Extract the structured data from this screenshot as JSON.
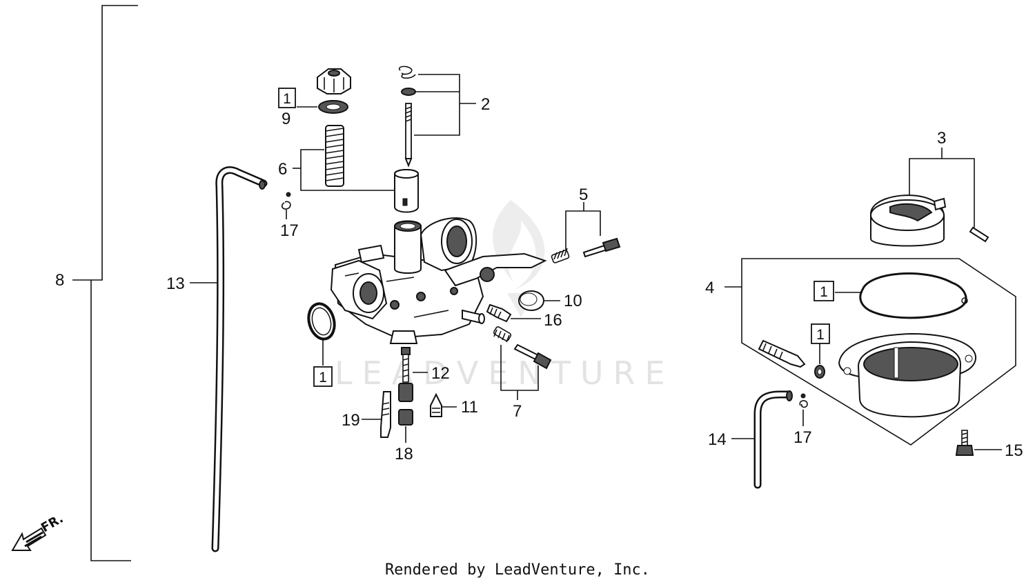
{
  "diagram": {
    "callouts": [
      {
        "id": "c1",
        "text": "1"
      },
      {
        "id": "c2",
        "text": "2"
      },
      {
        "id": "c3",
        "text": "3"
      },
      {
        "id": "c4",
        "text": "4"
      },
      {
        "id": "c5",
        "text": "5"
      },
      {
        "id": "c6",
        "text": "6"
      },
      {
        "id": "c7",
        "text": "7"
      },
      {
        "id": "c8",
        "text": "8"
      },
      {
        "id": "c9",
        "text": "9"
      },
      {
        "id": "c10",
        "text": "10"
      },
      {
        "id": "c11",
        "text": "11"
      },
      {
        "id": "c12",
        "text": "12"
      },
      {
        "id": "c13",
        "text": "13"
      },
      {
        "id": "c14",
        "text": "14"
      },
      {
        "id": "c15",
        "text": "15"
      },
      {
        "id": "c16",
        "text": "16"
      },
      {
        "id": "c17a",
        "text": "17"
      },
      {
        "id": "c17b",
        "text": "17"
      },
      {
        "id": "c18",
        "text": "18"
      },
      {
        "id": "c19",
        "text": "19"
      }
    ],
    "kit_box_label": "1",
    "front_marker": "FR.",
    "watermark": "LEADVENTURE",
    "footer": "Rendered by LeadVenture, Inc."
  }
}
